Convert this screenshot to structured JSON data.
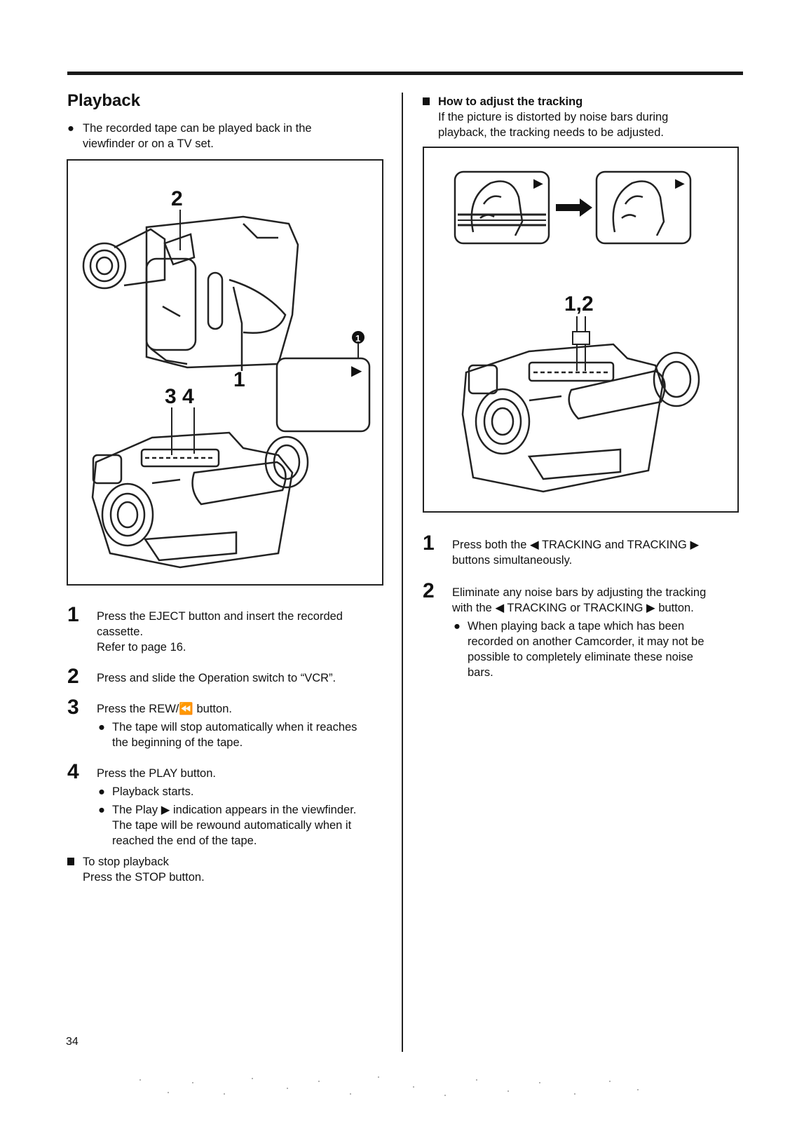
{
  "left": {
    "title": "Playback",
    "intro": {
      "bullet": "●",
      "lines": [
        "The recorded tape can be played back in the",
        "viewfinder or on a TV set."
      ]
    },
    "figure_labels": {
      "label_2": "2",
      "label_1": "1",
      "label_34": "3 4",
      "circle_marker": "1",
      "play_symbol": "▶"
    },
    "steps": [
      {
        "number": "1",
        "lines": [
          "Press the EJECT button and insert the recorded",
          "cassette.",
          "Refer to page 16."
        ],
        "subs": []
      },
      {
        "number": "2",
        "lines": [
          "Press and slide the Operation switch to “VCR”."
        ],
        "subs": []
      },
      {
        "number": "3",
        "lines": [
          "Press the REW/⏪ button."
        ],
        "subs": [
          [
            "The tape will stop automatically when it reaches",
            "the beginning of the tape."
          ]
        ]
      },
      {
        "number": "4",
        "lines": [
          "Press the PLAY button."
        ],
        "subs": [
          [
            "Playback starts."
          ],
          [
            "The Play ▶ indication appears in the viewfinder.",
            "The tape will be rewound automatically when it",
            "reached the end of the tape."
          ]
        ]
      }
    ],
    "stop": {
      "heading": "To stop playback",
      "text": "Press the STOP button."
    }
  },
  "right": {
    "heading": "How to adjust the tracking",
    "intro_lines": [
      "If the picture is distorted by noise bars during",
      "playback, the tracking needs to be adjusted."
    ],
    "figure_labels": {
      "label_12": "1,2",
      "play_symbol_a": "▶",
      "play_symbol_b": "▶"
    },
    "steps": [
      {
        "number": "1",
        "lines": [
          "Press both the ◀ TRACKING and TRACKING ▶",
          "buttons simultaneously."
        ],
        "subs": []
      },
      {
        "number": "2",
        "lines": [
          "Eliminate any noise bars by adjusting the tracking",
          "with the ◀ TRACKING or TRACKING ▶ button."
        ],
        "subs": [
          [
            "When playing back a tape which has been",
            "recorded on another Camcorder, it may not be",
            "possible to completely eliminate these noise",
            "bars."
          ]
        ]
      }
    ]
  },
  "page_number": "34"
}
